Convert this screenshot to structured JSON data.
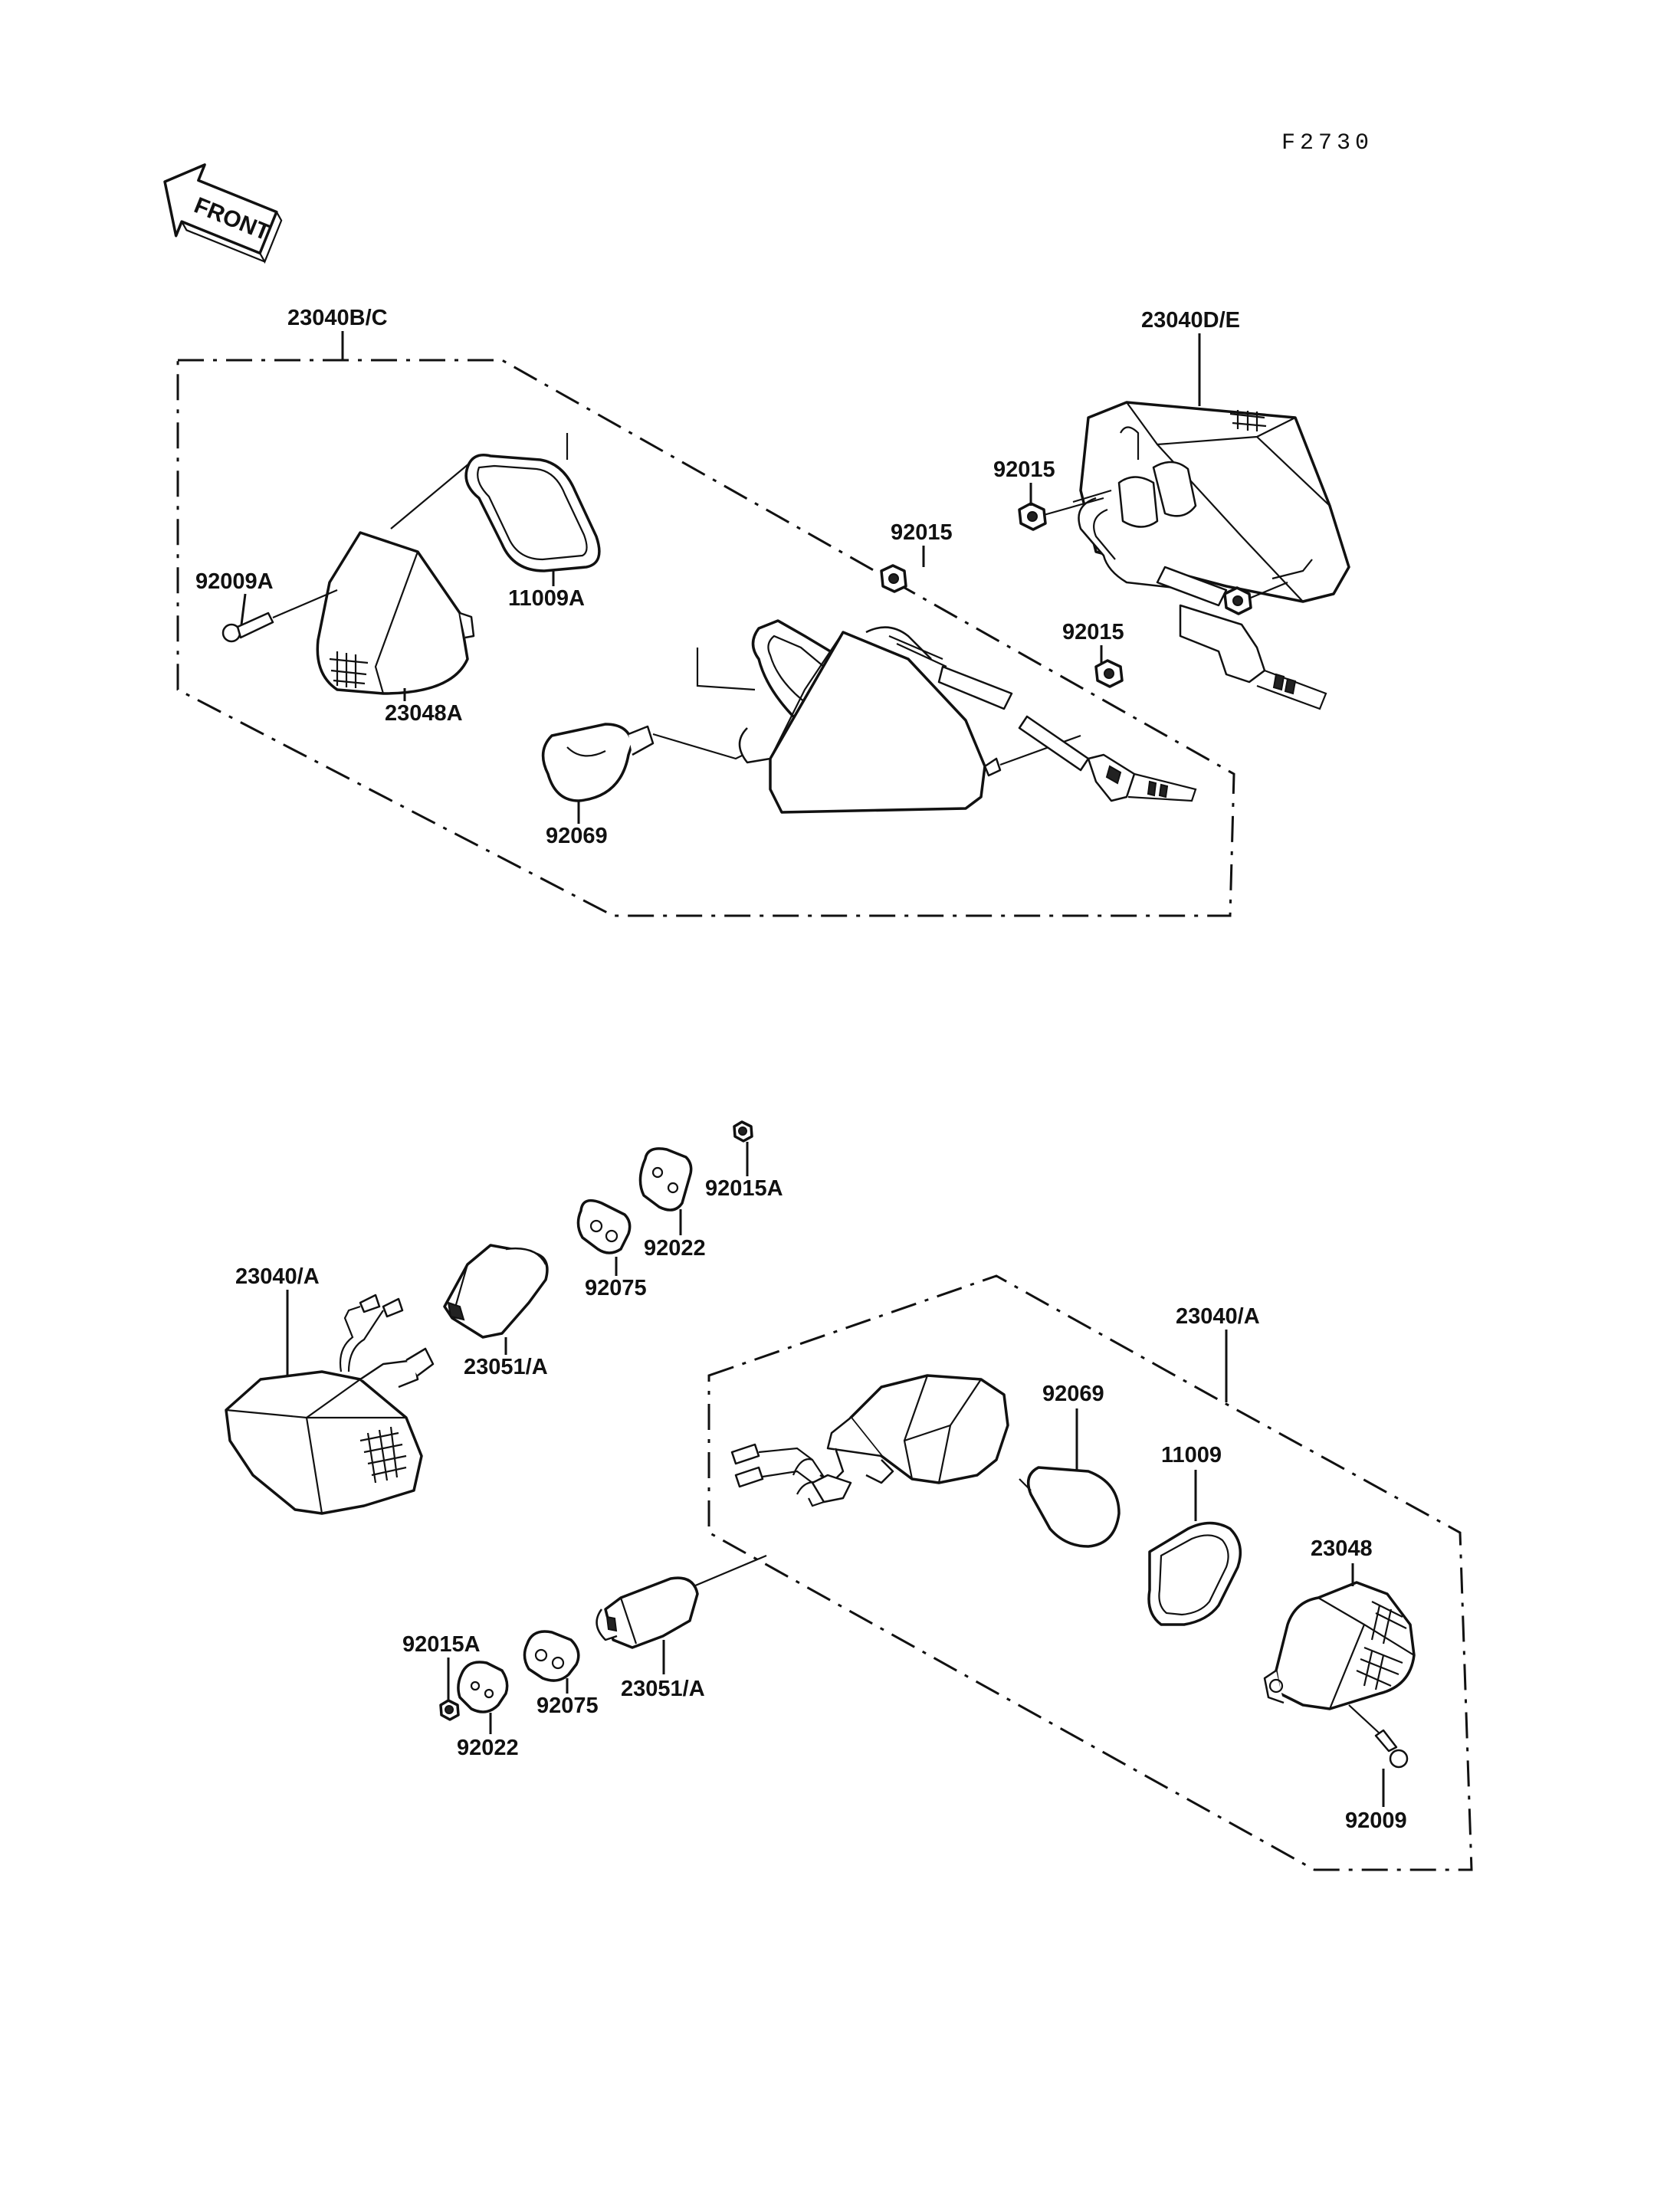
{
  "diagram_code": "F2730",
  "front_label": "FRONT",
  "labels": {
    "top_assy": "23040B/C",
    "top_right_assy": "23040D/E",
    "nut_top_right": "92015",
    "nut_top_center": "92015",
    "nut_top_lower": "92015",
    "screw_top": "92009A",
    "gasket_top": "11009A",
    "lens_top": "23048A",
    "bulb_top": "92069",
    "nut_small_upper": "92015A",
    "plate_upper": "92022",
    "damper_upper": "92075",
    "left_assy": "23040/A",
    "holder_upper": "23051/A",
    "right_assy": "23040/A",
    "bulb_bottom": "92069",
    "gasket_bottom": "11009",
    "lens_bottom": "23048",
    "holder_lower": "23051/A",
    "nut_small_lower": "92015A",
    "damper_lower": "92075",
    "plate_lower": "92022",
    "screw_bottom": "92009"
  }
}
